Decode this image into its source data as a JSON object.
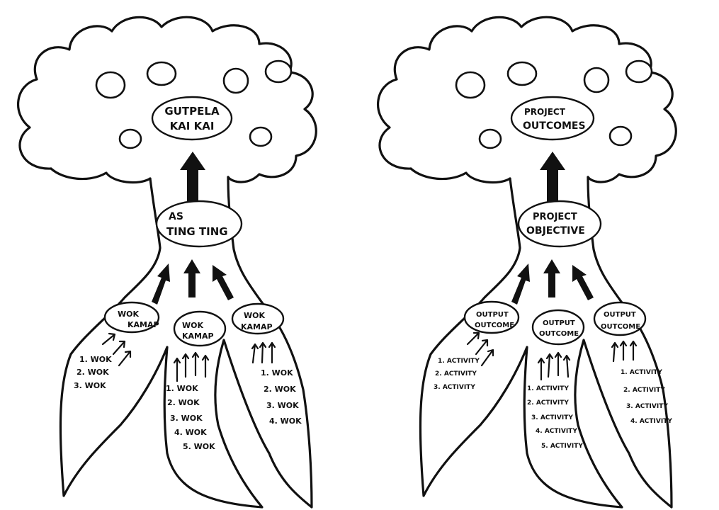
{
  "trees": [
    {
      "id": "left",
      "crown_label": [
        "GUTPELA",
        "KAI KAI"
      ],
      "trunk_label": [
        "AS",
        "TING TING"
      ],
      "roots": [
        {
          "label": [
            "WOK",
            "KAMAP"
          ],
          "items": [
            "1. WOK",
            "2. WOK",
            "3. WOK"
          ]
        },
        {
          "label": [
            "WOK",
            "KAMAP"
          ],
          "items": [
            "1. WOK",
            "2. WOK",
            "3. WOK",
            "4. WOK",
            "5. WOK"
          ]
        },
        {
          "label": [
            "WOK",
            "KAMAP"
          ],
          "items": [
            "1. WOK",
            "2. WOK",
            "3. WOK",
            "4. WOK"
          ]
        }
      ]
    },
    {
      "id": "right",
      "crown_label": [
        "PROJECT",
        "OUTCOMES"
      ],
      "trunk_label": [
        "PROJECT",
        "OBJECTIVE"
      ],
      "roots": [
        {
          "label": [
            "OUTPUT",
            "OUTCOME"
          ],
          "items": [
            "1. ACTIVITY",
            "2. ACTIVITY",
            "3. ACTIVITY"
          ]
        },
        {
          "label": [
            "OUTPUT",
            "OUTCOME"
          ],
          "items": [
            "1. ACTIVITY",
            "2. ACTIVITY",
            "3. ACTIVITY",
            "4. ACTIVITY",
            "5. ACTIVITY"
          ]
        },
        {
          "label": [
            "OUTPUT",
            "OUTCOME"
          ],
          "items": [
            "1. ACTIVITY",
            "2. ACTIVITY",
            "3. ACTIVITY",
            "4. ACTIVITY"
          ]
        }
      ]
    }
  ]
}
